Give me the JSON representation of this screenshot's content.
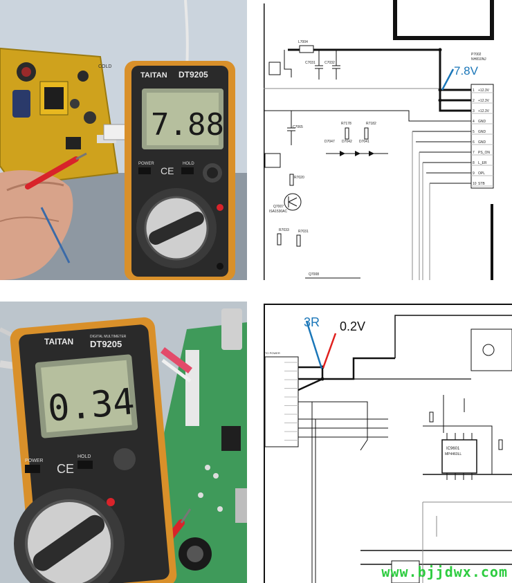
{
  "panels": {
    "top_left": {
      "meter": {
        "brand": "TAITAN",
        "model": "DT9205",
        "reading": "7.88",
        "power_label": "POWER",
        "ce_mark": "CE",
        "hold_label": "HOLD"
      },
      "board_label": "COLD"
    },
    "top_right": {
      "annotation": "7.8V",
      "connector_ref": "P7002",
      "connector_part": "NH810NJ",
      "pins": [
        {
          "n": "1",
          "label": "+12.3V"
        },
        {
          "n": "2",
          "label": "+12.3V"
        },
        {
          "n": "3",
          "label": "+12.3V"
        },
        {
          "n": "4",
          "label": "GND"
        },
        {
          "n": "5",
          "label": "GND"
        },
        {
          "n": "6",
          "label": "GND"
        },
        {
          "n": "7",
          "label": "PS_ON"
        },
        {
          "n": "8",
          "label": "L_ER"
        },
        {
          "n": "9",
          "label": "OPL"
        },
        {
          "n": "10",
          "label": "STB"
        }
      ],
      "components": {
        "l7004": "L7004",
        "c7031": "C7031",
        "c7032": "C7032",
        "c7065": "C7065",
        "d7047": "D7047",
        "d7042": "D7042",
        "d7041": "D7041",
        "r7178": "R7178",
        "r7182": "R7182",
        "q7007": "Q7007",
        "q7007_part": "ISA1530AC",
        "r7020": "R7020",
        "r7033": "R7033",
        "r7031": "R7031",
        "q7008": "Q7008"
      }
    },
    "bottom_left": {
      "meter": {
        "brand": "TAITAN",
        "subtitle": "DIGITAL MULTIMETER",
        "model": "DT9205",
        "reading": "0.34",
        "power_label": "POWER",
        "ce_mark": "CE",
        "hold_label": "HOLD"
      }
    },
    "bottom_right": {
      "annotation_blue": "3R",
      "annotation_red": "0.2V",
      "ic_ref": "IC9601",
      "ic_part": "MP4460LL",
      "connector_ref": "TO POWER"
    }
  },
  "watermark": "www.bjjdwx.com",
  "colors": {
    "blue_annotation": "#1a76b8",
    "red_annotation": "#e0201e",
    "watermark_green": "#2ecc40",
    "meter_case": "#d9902a",
    "lcd_bg": "#b6bf9e"
  }
}
